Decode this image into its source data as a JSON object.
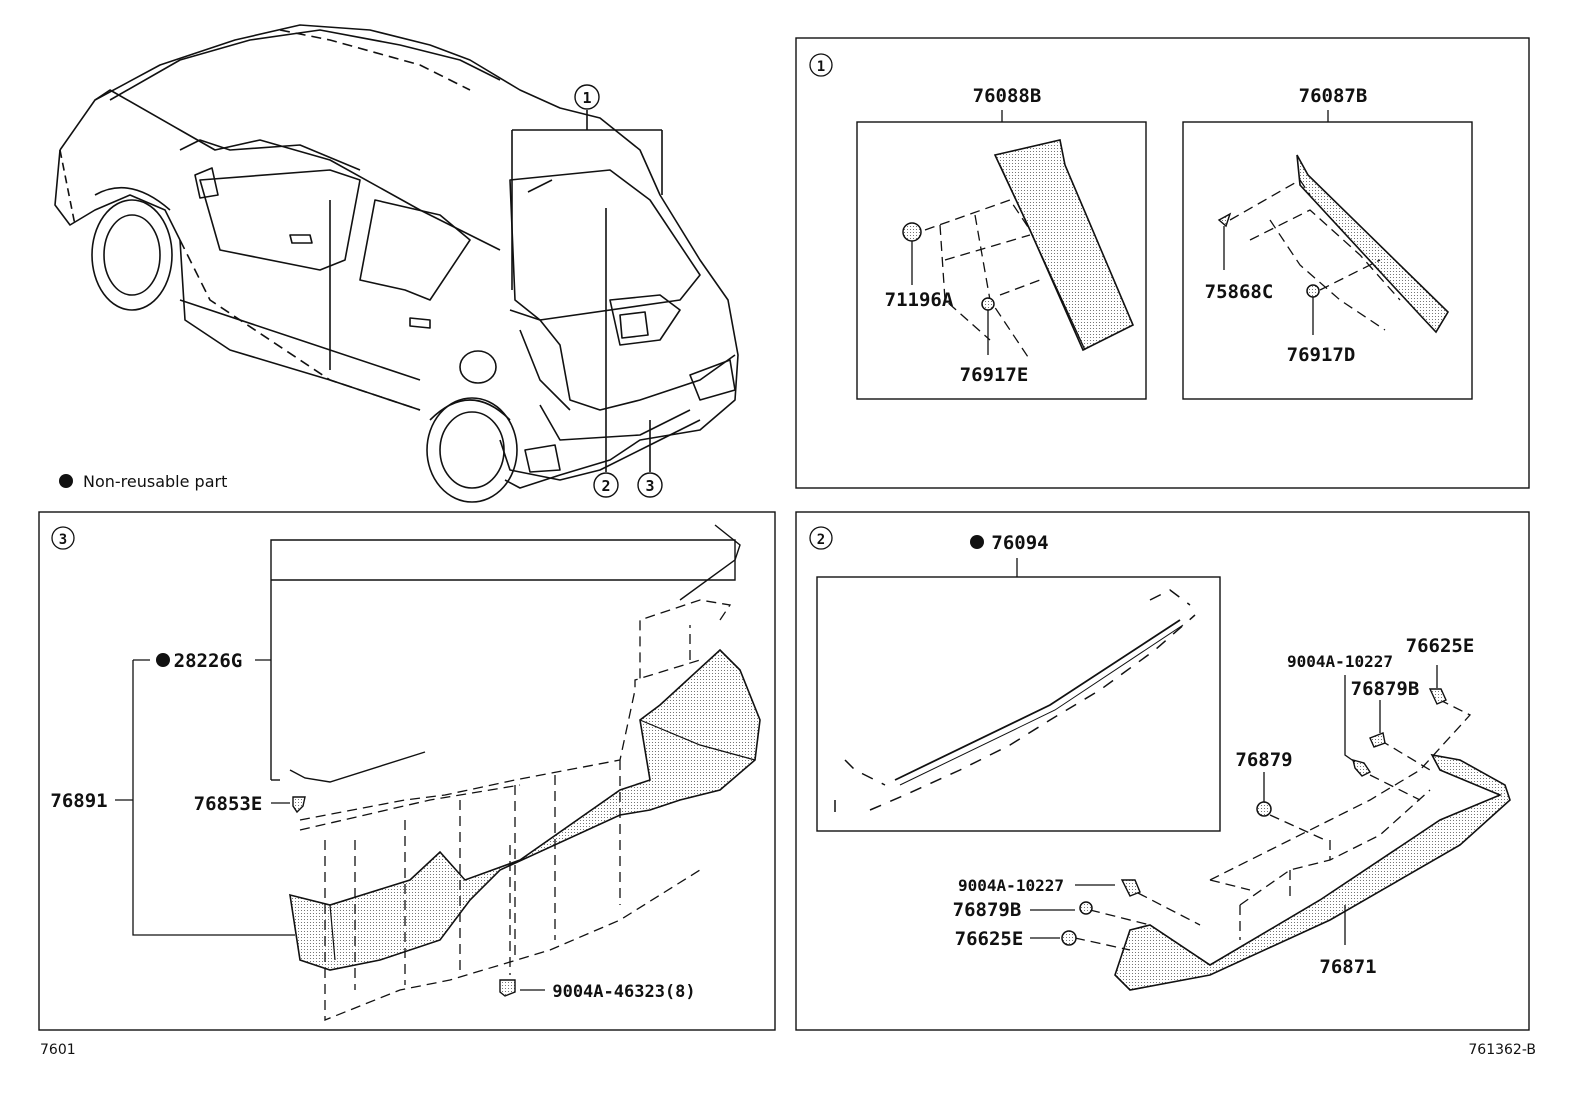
{
  "legend": {
    "marker": "●",
    "text": "Non-reusable part"
  },
  "footer": {
    "left_code": "7601",
    "right_code": "761362-B"
  },
  "callouts": {
    "c1": "①",
    "c2": "②",
    "c3": "③"
  },
  "panel1": {
    "label": "①",
    "left_box_title": "76088B",
    "right_box_title": "76087B",
    "parts": {
      "p71196A": "71196A",
      "p76917E": "76917E",
      "p75868C": "75868C",
      "p76917D": "76917D"
    }
  },
  "panel2": {
    "label": "②",
    "box_title": "76094",
    "parts": {
      "p9004A_a": "9004A-10227",
      "p76625E_a": "76625E",
      "p76879B_a": "76879B",
      "p76879": "76879",
      "p9004A_b": "9004A-10227",
      "p76879B_b": "76879B",
      "p76625E_b": "76625E",
      "p76871": "76871"
    }
  },
  "panel3": {
    "label": "③",
    "parts": {
      "p28226G": "28226G",
      "p76891": "76891",
      "p76853E": "76853E",
      "p9004A": "9004A-46323(8)"
    }
  },
  "colors": {
    "line": "#111111",
    "background": "#ffffff"
  }
}
